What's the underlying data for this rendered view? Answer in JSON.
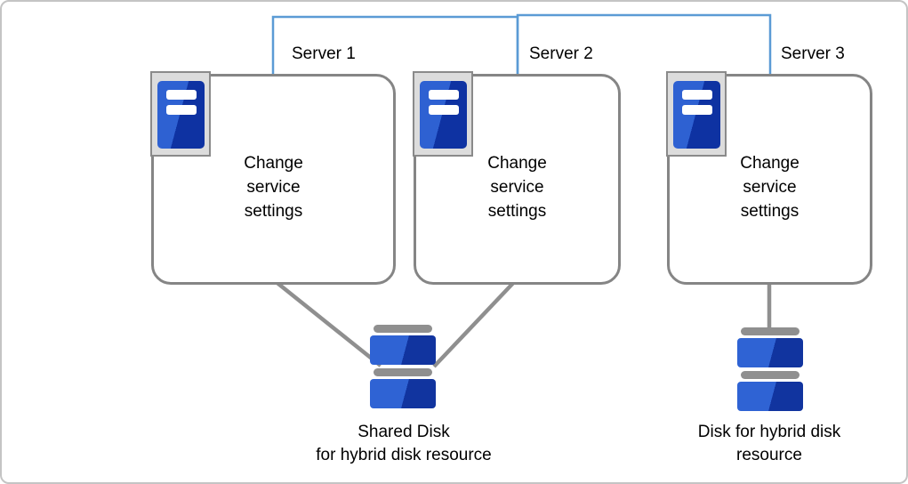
{
  "colors": {
    "connector-blue": "#5B9BD5",
    "line-gray": "#8F8F8F",
    "box-border": "#858585",
    "icon-frame-border": "#8A8A8A",
    "icon-frame-fill": "#DCDCDC",
    "server-blue-light": "#2E61D2",
    "server-blue-dark": "#0E32A2",
    "disk-blue-light": "#2F63D4",
    "disk-blue-dark": "#11349F",
    "outer-border": "#C4C4C4",
    "text": "#000000",
    "bg": "#FFFFFF"
  },
  "icons": {
    "server": "server-tower-icon",
    "disk": "disk-stack-icon"
  },
  "servers": [
    {
      "name": "Server 1",
      "action_lines": [
        "Change",
        "service",
        "settings"
      ]
    },
    {
      "name": "Server 2",
      "action_lines": [
        "Change",
        "service",
        "settings"
      ]
    },
    {
      "name": "Server 3",
      "action_lines": [
        "Change",
        "service",
        "settings"
      ]
    }
  ],
  "disks": [
    {
      "label_lines": [
        "Shared Disk",
        "for hybrid disk resource"
      ]
    },
    {
      "label_lines": [
        "Disk for hybrid disk",
        "resource"
      ]
    }
  ]
}
